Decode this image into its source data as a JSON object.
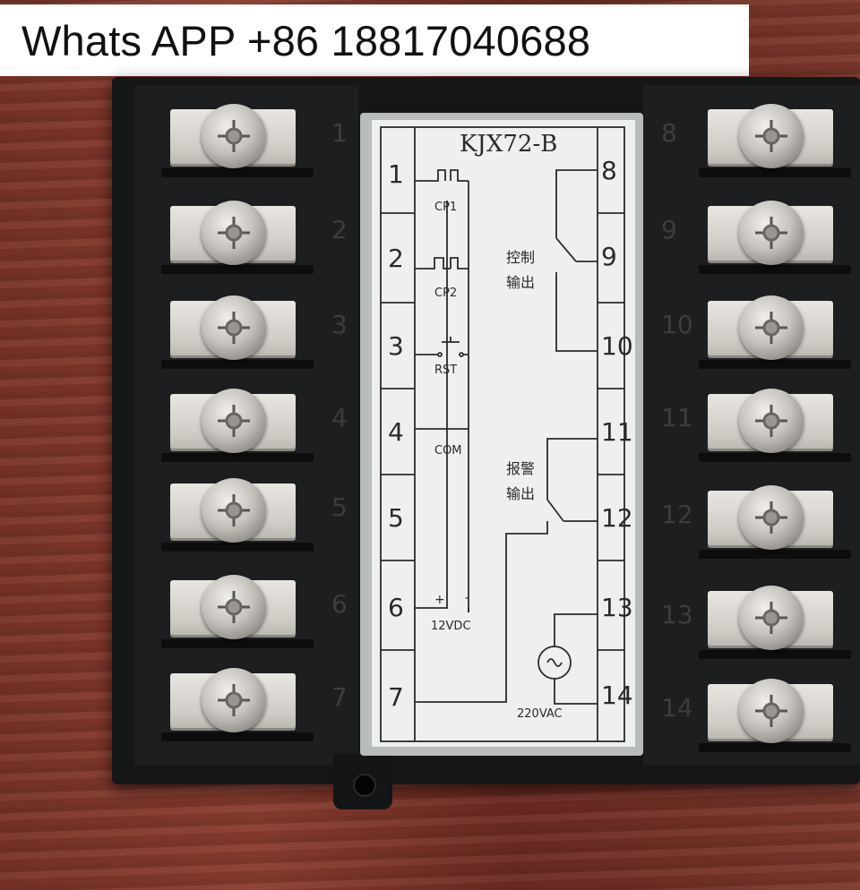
{
  "banner": {
    "text": "Whats APP +86 18817040688"
  },
  "label": {
    "model": "KJX72-B",
    "terminals_left": [
      "1",
      "2",
      "3",
      "4",
      "5",
      "6",
      "7"
    ],
    "terminals_right": [
      "8",
      "9",
      "10",
      "11",
      "12",
      "13",
      "14"
    ],
    "cp1": "CP1",
    "cp2": "CP2",
    "rst": "RST",
    "com": "COM",
    "plus": "+",
    "minus": "-",
    "vdc": "12VDC",
    "vac": "220VAC",
    "control_output_1": "控制",
    "control_output_2": "输出",
    "alarm_output_1": "报警",
    "alarm_output_2": "输出"
  },
  "screw_numbers_left": [
    "1",
    "2",
    "3",
    "4",
    "5",
    "6",
    "7"
  ],
  "screw_numbers_right": [
    "8",
    "9",
    "10",
    "11",
    "12",
    "13",
    "14"
  ],
  "icons": [
    "screw-terminal-icon",
    "ac-source-icon",
    "pulse-icon",
    "switch-icon"
  ],
  "colors": {
    "background": "#7a3328",
    "housing": "#151617",
    "label": "#eef0f0"
  }
}
